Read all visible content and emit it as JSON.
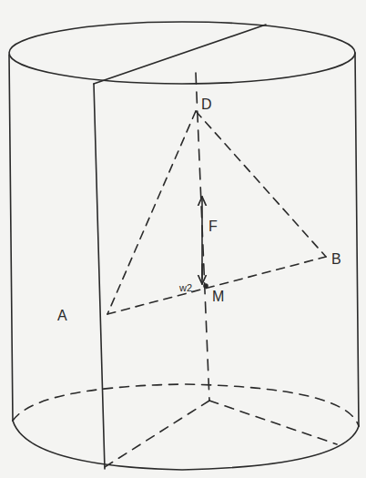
{
  "diagram": {
    "labels": [
      "D",
      "B",
      "A",
      "F",
      "w2",
      "M"
    ]
  }
}
